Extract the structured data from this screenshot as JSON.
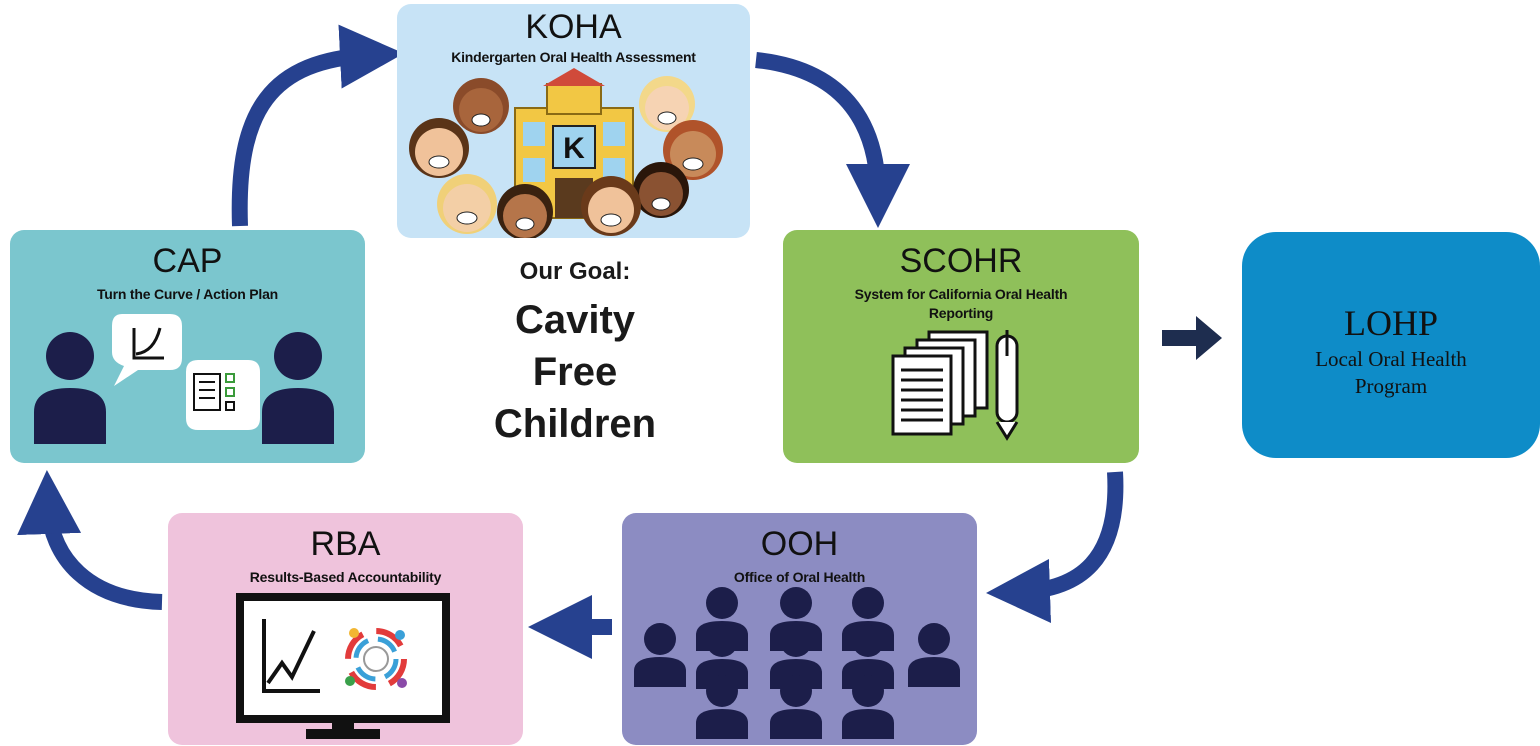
{
  "koha": {
    "title": "KOHA",
    "subtitle": "Kindergarten Oral Health Assessment",
    "school_letter": "K"
  },
  "cap": {
    "title": "CAP",
    "subtitle": "Turn the Curve / Action Plan"
  },
  "scohr": {
    "title": "SCOHR",
    "subtitle": "System for California Oral Health Reporting"
  },
  "rba": {
    "title": "RBA",
    "subtitle": "Results-Based Accountability"
  },
  "ooh": {
    "title": "OOH",
    "subtitle": "Office of Oral Health"
  },
  "goal": {
    "label": "Our Goal:",
    "lines": [
      "Cavity",
      "Free",
      "Children"
    ]
  },
  "lohp": {
    "title": "LOHP",
    "subtitle": "Local Oral Health Program"
  },
  "colors": {
    "koha_bg": "#c7e3f6",
    "cap_bg": "#7bc6ce",
    "scohr_bg": "#8fc05a",
    "rba_bg": "#efc3dc",
    "ooh_bg": "#8c8cc2",
    "lohp_bg": "#0e8cc8",
    "arrow": "#26418f",
    "people": "#1c1e4a"
  },
  "icons": [
    "arrow-icon",
    "school-icon",
    "child-face-icon",
    "person-icon",
    "chart-icon",
    "checklist-icon",
    "documents-icon",
    "pen-icon",
    "monitor-icon"
  ]
}
